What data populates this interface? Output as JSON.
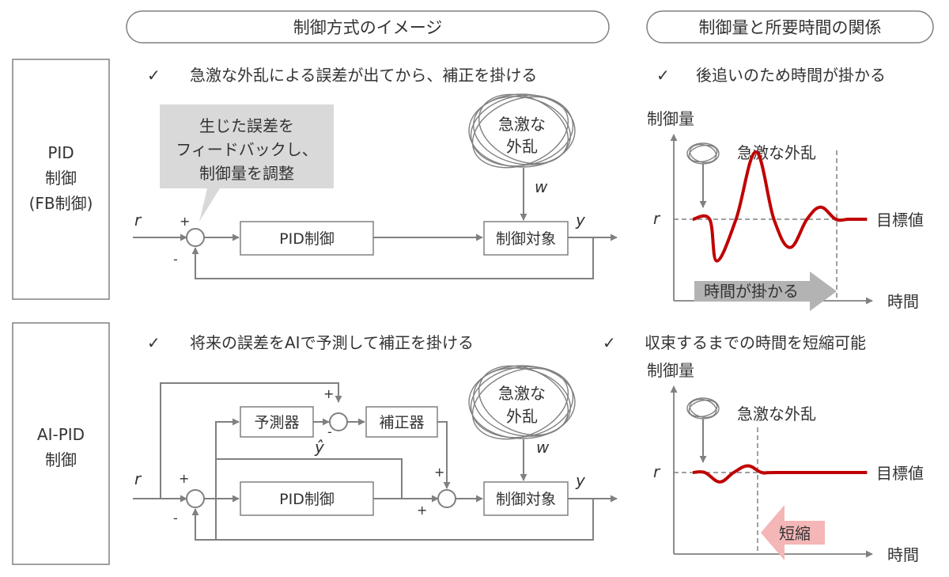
{
  "headers": {
    "method": "制御方式のイメージ",
    "relation": "制御量と所要時間の関係"
  },
  "rows": {
    "pid": {
      "label_lines": [
        "PID",
        "制御",
        "(FB制御)"
      ],
      "bullet": "急激な外乱による誤差が出てから、補正を掛ける",
      "callout_lines": [
        "生じた誤差を",
        "フィードバックし、",
        "制御量を調整"
      ],
      "controller": "PID制御",
      "plant": "制御対象",
      "disturbance_lines": [
        "急激な",
        "外乱"
      ],
      "chart_bullet": "後追いのため時間が掛かる"
    },
    "aipid": {
      "label_lines": [
        "AI-PID",
        "制御"
      ],
      "bullet": "将来の誤差をAIで予測して補正を掛ける",
      "predictor": "予測器",
      "corrector": "補正器",
      "controller": "PID制御",
      "plant": "制御対象",
      "disturbance_lines": [
        "急激な",
        "外乱"
      ],
      "y_hat": "ŷ",
      "chart_bullet": "収束するまでの時間を短縮可能"
    }
  },
  "signals": {
    "r": "r",
    "y": "y",
    "w": "w",
    "plus": "+",
    "minus": "-"
  },
  "check": "✓",
  "chart_data": [
    {
      "type": "line",
      "ylabel": "制御量",
      "xlabel": "時間",
      "y_tick": "r",
      "target_label": "目標値",
      "annotation": "急激な外乱",
      "arrow_label": "時間が掛かる",
      "line_color": "#c00000",
      "series": [
        {
          "x": [
            0,
            0.28,
            0.4,
            0.72,
            1.05,
            1.35,
            1.62,
            1.9,
            2.13,
            2.38,
            2.6,
            2.9
          ],
          "values": [
            0,
            0,
            -0.62,
            0,
            1.0,
            0,
            -0.42,
            0,
            0.18,
            0,
            0,
            0
          ]
        }
      ]
    },
    {
      "type": "line",
      "ylabel": "制御量",
      "xlabel": "時間",
      "y_tick": "r",
      "target_label": "目標値",
      "annotation": "急激な外乱",
      "arrow_label": "短縮",
      "line_color": "#c00000",
      "series": [
        {
          "x": [
            0,
            0.2,
            0.45,
            0.68,
            0.92,
            1.15,
            1.4,
            2.9
          ],
          "values": [
            0,
            0,
            -0.14,
            0,
            0.1,
            0,
            0,
            0
          ]
        }
      ]
    }
  ]
}
